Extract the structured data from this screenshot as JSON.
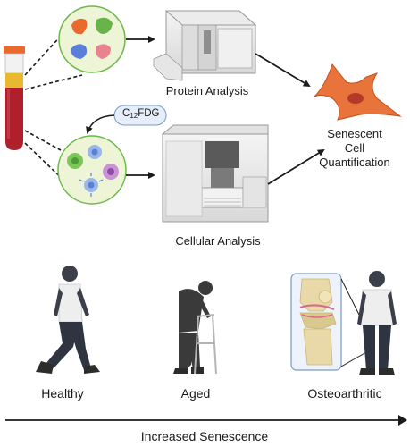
{
  "labels": {
    "protein_analysis": "Protein Analysis",
    "cellular_analysis": "Cellular Analysis",
    "senescent_line1": "Senescent",
    "senescent_line2": "Cell",
    "senescent_line3": "Quantification",
    "reagent_prefix": "C",
    "reagent_subscript": "12",
    "reagent_suffix": "FDG",
    "healthy": "Healthy",
    "aged": "Aged",
    "osteoarthritic": "Osteoarthritic",
    "axis": "Increased Senescence"
  },
  "colors": {
    "blood": "#b0202c",
    "serum": "#e8b830",
    "tube_cap": "#ea6a2d",
    "circle_fill": "#eef4d6",
    "circle_stroke": "#6cb84a",
    "reagent_fill": "#e6eef9",
    "reagent_stroke": "#7a99c9",
    "senescent_cell": "#e8743b",
    "person": "#2f3540",
    "shirt": "#eeeeee"
  },
  "icons": [
    "blood-tube-icon",
    "protein-analyzer-icon",
    "flow-cytometer-icon",
    "senescent-cell-icon",
    "walking-person-icon",
    "elderly-walker-icon",
    "knee-joint-icon"
  ]
}
